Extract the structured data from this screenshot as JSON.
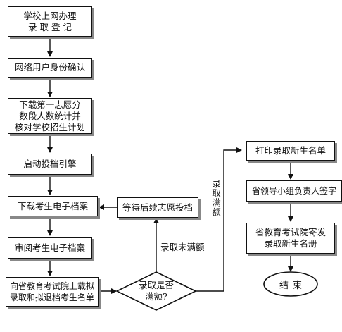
{
  "flowchart": {
    "left_column": {
      "register": [
        "学校上网办理",
        "录 取 登 记"
      ],
      "confirm_identity": "网络用户身份确认",
      "download_stats": [
        "下载第一志愿分",
        "数段人数统计并",
        "核对学校招生计划"
      ],
      "start_engine": "启动投档引擎",
      "download_files": "下载考生电子档案",
      "review_files": "审阅考生电子档案",
      "upload_list": [
        "向省教育考试院上载拟",
        "录取和拟退档考生名单"
      ]
    },
    "decision": [
      "录取是否",
      "满额?"
    ],
    "wait_box": "等待后续志愿投档",
    "edge_not_full": "录取未满额",
    "edge_full": "录取满额",
    "right_column": {
      "print_list": "打印录取新生名单",
      "sign": "省领导小组负责人签字",
      "send_list": [
        "省教育考试院寄发",
        "录取新生名册"
      ],
      "end": "结束"
    },
    "colors": {
      "stroke": "#111111",
      "shadow": "#888888",
      "background": "#ffffff"
    }
  }
}
